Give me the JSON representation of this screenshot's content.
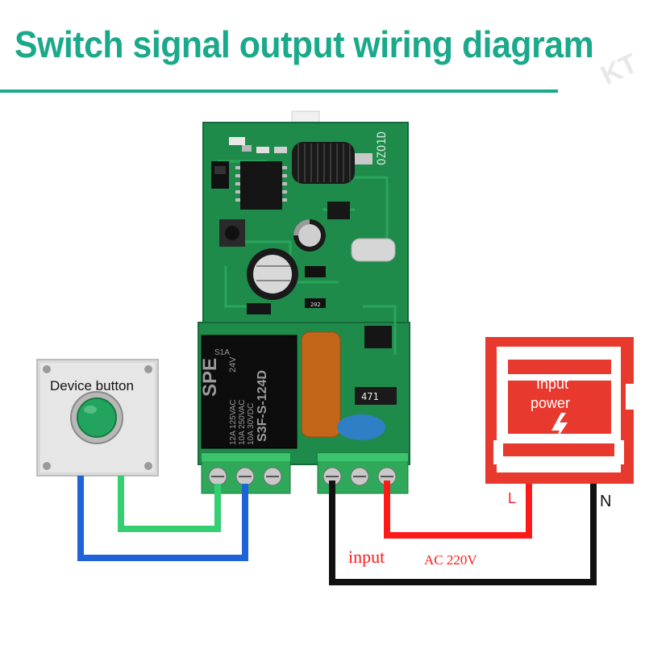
{
  "title": "Switch signal output wiring diagram",
  "watermark": "KT",
  "device_button": {
    "label": "Device button"
  },
  "input_power": {
    "label_line1": "Input",
    "label_line2": "power"
  },
  "power_terminals": {
    "live": "L",
    "neutral": "N"
  },
  "input_label": {
    "word": "input",
    "voltage": "AC 220V"
  },
  "relay": {
    "brand": "SPE",
    "model": "S3F-S-124D",
    "series": "S1A",
    "coil": "24V",
    "ratings": [
      "12A 125VAC",
      "10A 250VAC",
      "10A 30VDC"
    ]
  },
  "board": {
    "antenna_marking": "OZO1D",
    "fuse_marking": "471",
    "resistor_marking": "202"
  },
  "colors": {
    "title": "#1aa98a",
    "wire_blue": "#1f63d8",
    "wire_green": "#35cf72",
    "wire_red": "#ff1a1a",
    "wire_black": "#111111",
    "pcb": "#1e8a48",
    "terminal": "#2fa85a"
  }
}
